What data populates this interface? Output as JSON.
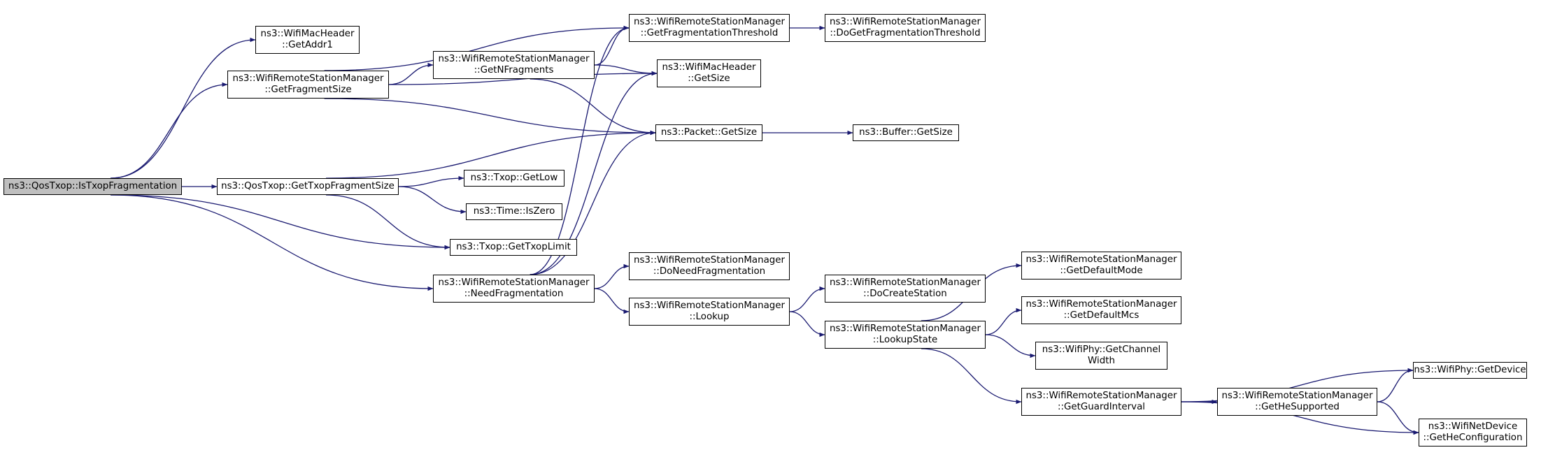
{
  "graph": {
    "edge_color": "#191970",
    "root_fill": "#bfbfbf",
    "nodes": {
      "isTxopFragmentation": {
        "lines": [
          "ns3::QosTxop::IsTxopFragmentation"
        ],
        "root": true
      },
      "getAddr1": {
        "lines": [
          "ns3::WifiMacHeader",
          "::GetAddr1"
        ]
      },
      "getFragmentSize": {
        "lines": [
          "ns3::WifiRemoteStationManager",
          "::GetFragmentSize"
        ]
      },
      "getTxopFragmentSize": {
        "lines": [
          "ns3::QosTxop::GetTxopFragmentSize"
        ]
      },
      "needFragmentation": {
        "lines": [
          "ns3::WifiRemoteStationManager",
          "::NeedFragmentation"
        ]
      },
      "getNFragments": {
        "lines": [
          "ns3::WifiRemoteStationManager",
          "::GetNFragments"
        ]
      },
      "getFragmentationThreshold": {
        "lines": [
          "ns3::WifiRemoteStationManager",
          "::GetFragmentationThreshold"
        ]
      },
      "doGetFragmentationThreshold": {
        "lines": [
          "ns3::WifiRemoteStationManager",
          "::DoGetFragmentationThreshold"
        ]
      },
      "macHeaderGetSize": {
        "lines": [
          "ns3::WifiMacHeader",
          "::GetSize"
        ]
      },
      "packetGetSize": {
        "lines": [
          "ns3::Packet::GetSize"
        ]
      },
      "bufferGetSize": {
        "lines": [
          "ns3::Buffer::GetSize"
        ]
      },
      "txopGetLow": {
        "lines": [
          "ns3::Txop::GetLow"
        ]
      },
      "timeIsZero": {
        "lines": [
          "ns3::Time::IsZero"
        ]
      },
      "txopGetTxopLimit": {
        "lines": [
          "ns3::Txop::GetTxopLimit"
        ]
      },
      "doNeedFragmentation": {
        "lines": [
          "ns3::WifiRemoteStationManager",
          "::DoNeedFragmentation"
        ]
      },
      "lookup": {
        "lines": [
          "ns3::WifiRemoteStationManager",
          "::Lookup"
        ]
      },
      "doCreateStation": {
        "lines": [
          "ns3::WifiRemoteStationManager",
          "::DoCreateStation"
        ]
      },
      "lookupState": {
        "lines": [
          "ns3::WifiRemoteStationManager",
          "::LookupState"
        ]
      },
      "getDefaultMode": {
        "lines": [
          "ns3::WifiRemoteStationManager",
          "::GetDefaultMode"
        ]
      },
      "getDefaultMcs": {
        "lines": [
          "ns3::WifiRemoteStationManager",
          "::GetDefaultMcs"
        ]
      },
      "getChannelWidth": {
        "lines": [
          "ns3::WifiPhy::GetChannel",
          "Width"
        ]
      },
      "getGuardInterval": {
        "lines": [
          "ns3::WifiRemoteStationManager",
          "::GetGuardInterval"
        ]
      },
      "getHeSupported": {
        "lines": [
          "ns3::WifiRemoteStationManager",
          "::GetHeSupported"
        ]
      },
      "getDevice": {
        "lines": [
          "ns3::WifiPhy::GetDevice"
        ]
      },
      "getHeConfiguration": {
        "lines": [
          "ns3::WifiNetDevice",
          "::GetHeConfiguration"
        ]
      }
    },
    "edges": [
      [
        "isTxopFragmentation",
        "getAddr1"
      ],
      [
        "isTxopFragmentation",
        "getFragmentSize"
      ],
      [
        "isTxopFragmentation",
        "getTxopFragmentSize"
      ],
      [
        "isTxopFragmentation",
        "txopGetTxopLimit"
      ],
      [
        "isTxopFragmentation",
        "needFragmentation"
      ],
      [
        "getFragmentSize",
        "getFragmentationThreshold"
      ],
      [
        "getFragmentSize",
        "macHeaderGetSize"
      ],
      [
        "getFragmentSize",
        "getNFragments"
      ],
      [
        "getFragmentSize",
        "packetGetSize"
      ],
      [
        "getNFragments",
        "getFragmentationThreshold"
      ],
      [
        "getNFragments",
        "macHeaderGetSize"
      ],
      [
        "getNFragments",
        "packetGetSize"
      ],
      [
        "getFragmentationThreshold",
        "doGetFragmentationThreshold"
      ],
      [
        "packetGetSize",
        "bufferGetSize"
      ],
      [
        "getTxopFragmentSize",
        "packetGetSize"
      ],
      [
        "getTxopFragmentSize",
        "txopGetLow"
      ],
      [
        "getTxopFragmentSize",
        "timeIsZero"
      ],
      [
        "getTxopFragmentSize",
        "txopGetTxopLimit"
      ],
      [
        "needFragmentation",
        "getFragmentationThreshold"
      ],
      [
        "needFragmentation",
        "macHeaderGetSize"
      ],
      [
        "needFragmentation",
        "packetGetSize"
      ],
      [
        "needFragmentation",
        "doNeedFragmentation"
      ],
      [
        "needFragmentation",
        "lookup"
      ],
      [
        "lookup",
        "doCreateStation"
      ],
      [
        "lookup",
        "lookupState"
      ],
      [
        "lookupState",
        "getDefaultMode"
      ],
      [
        "lookupState",
        "getDefaultMcs"
      ],
      [
        "lookupState",
        "getChannelWidth"
      ],
      [
        "lookupState",
        "getGuardInterval"
      ],
      [
        "getGuardInterval",
        "getDevice"
      ],
      [
        "getGuardInterval",
        "getHeSupported"
      ],
      [
        "getGuardInterval",
        "getHeConfiguration"
      ],
      [
        "getHeSupported",
        "getDevice"
      ],
      [
        "getHeSupported",
        "getHeConfiguration"
      ]
    ]
  }
}
